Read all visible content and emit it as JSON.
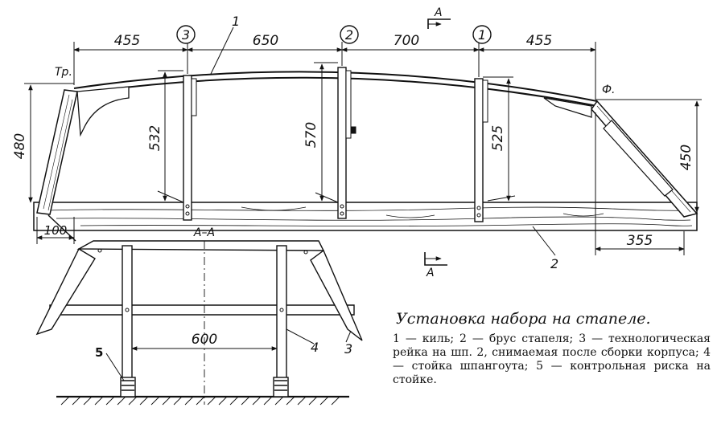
{
  "dimensions": {
    "d455_left": "455",
    "d650": "650",
    "d700": "700",
    "d455_right": "455",
    "h480": "480",
    "h532": "532",
    "h570": "570",
    "h525": "525",
    "h450": "450",
    "d100": "100",
    "d355": "355",
    "d600": "600"
  },
  "labels": {
    "frame3": "3",
    "frame2": "2",
    "frame1": "1",
    "transom": "Тр.",
    "stem": "Ф.",
    "keel": "1",
    "beam": "2",
    "leg": "4",
    "lath": "3",
    "mark": "5",
    "section_top": "А",
    "section_bottom": "А",
    "section_view": "А–А"
  },
  "caption": {
    "title": "Установка набора на стапеле.",
    "body": "1 — киль; 2 — брус стапеля; 3 — технологическая рейка на шп. 2, снимаемая после сборки корпуса; 4 — стойка шпангоута; 5 — контрольная риска на стойке."
  }
}
